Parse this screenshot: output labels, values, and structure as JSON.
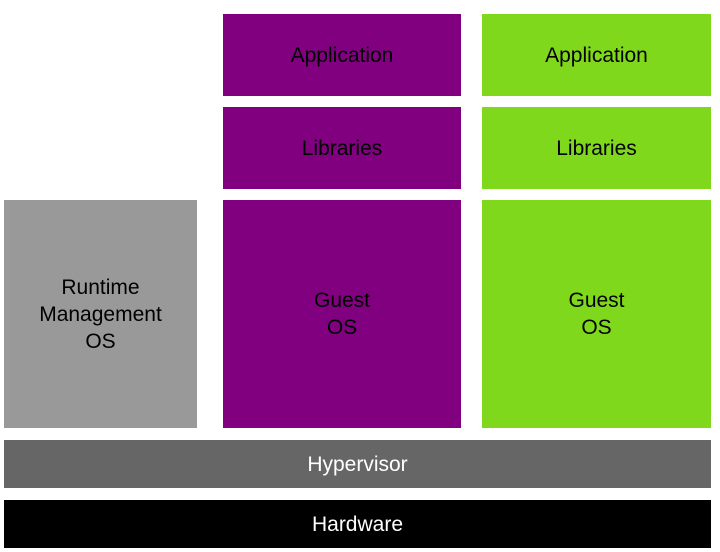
{
  "runtime_management": {
    "os_label": "Runtime\nManagement\nOS",
    "color": "#999999"
  },
  "vm1": {
    "application_label": "Application",
    "libraries_label": "Libraries",
    "guest_os_label": "Guest\nOS",
    "color": "#800080"
  },
  "vm2": {
    "application_label": "Application",
    "libraries_label": "Libraries",
    "guest_os_label": "Guest\nOS",
    "color": "#80d81c"
  },
  "hypervisor": {
    "label": "Hypervisor",
    "color": "#666666"
  },
  "hardware": {
    "label": "Hardware",
    "color": "#000000"
  }
}
